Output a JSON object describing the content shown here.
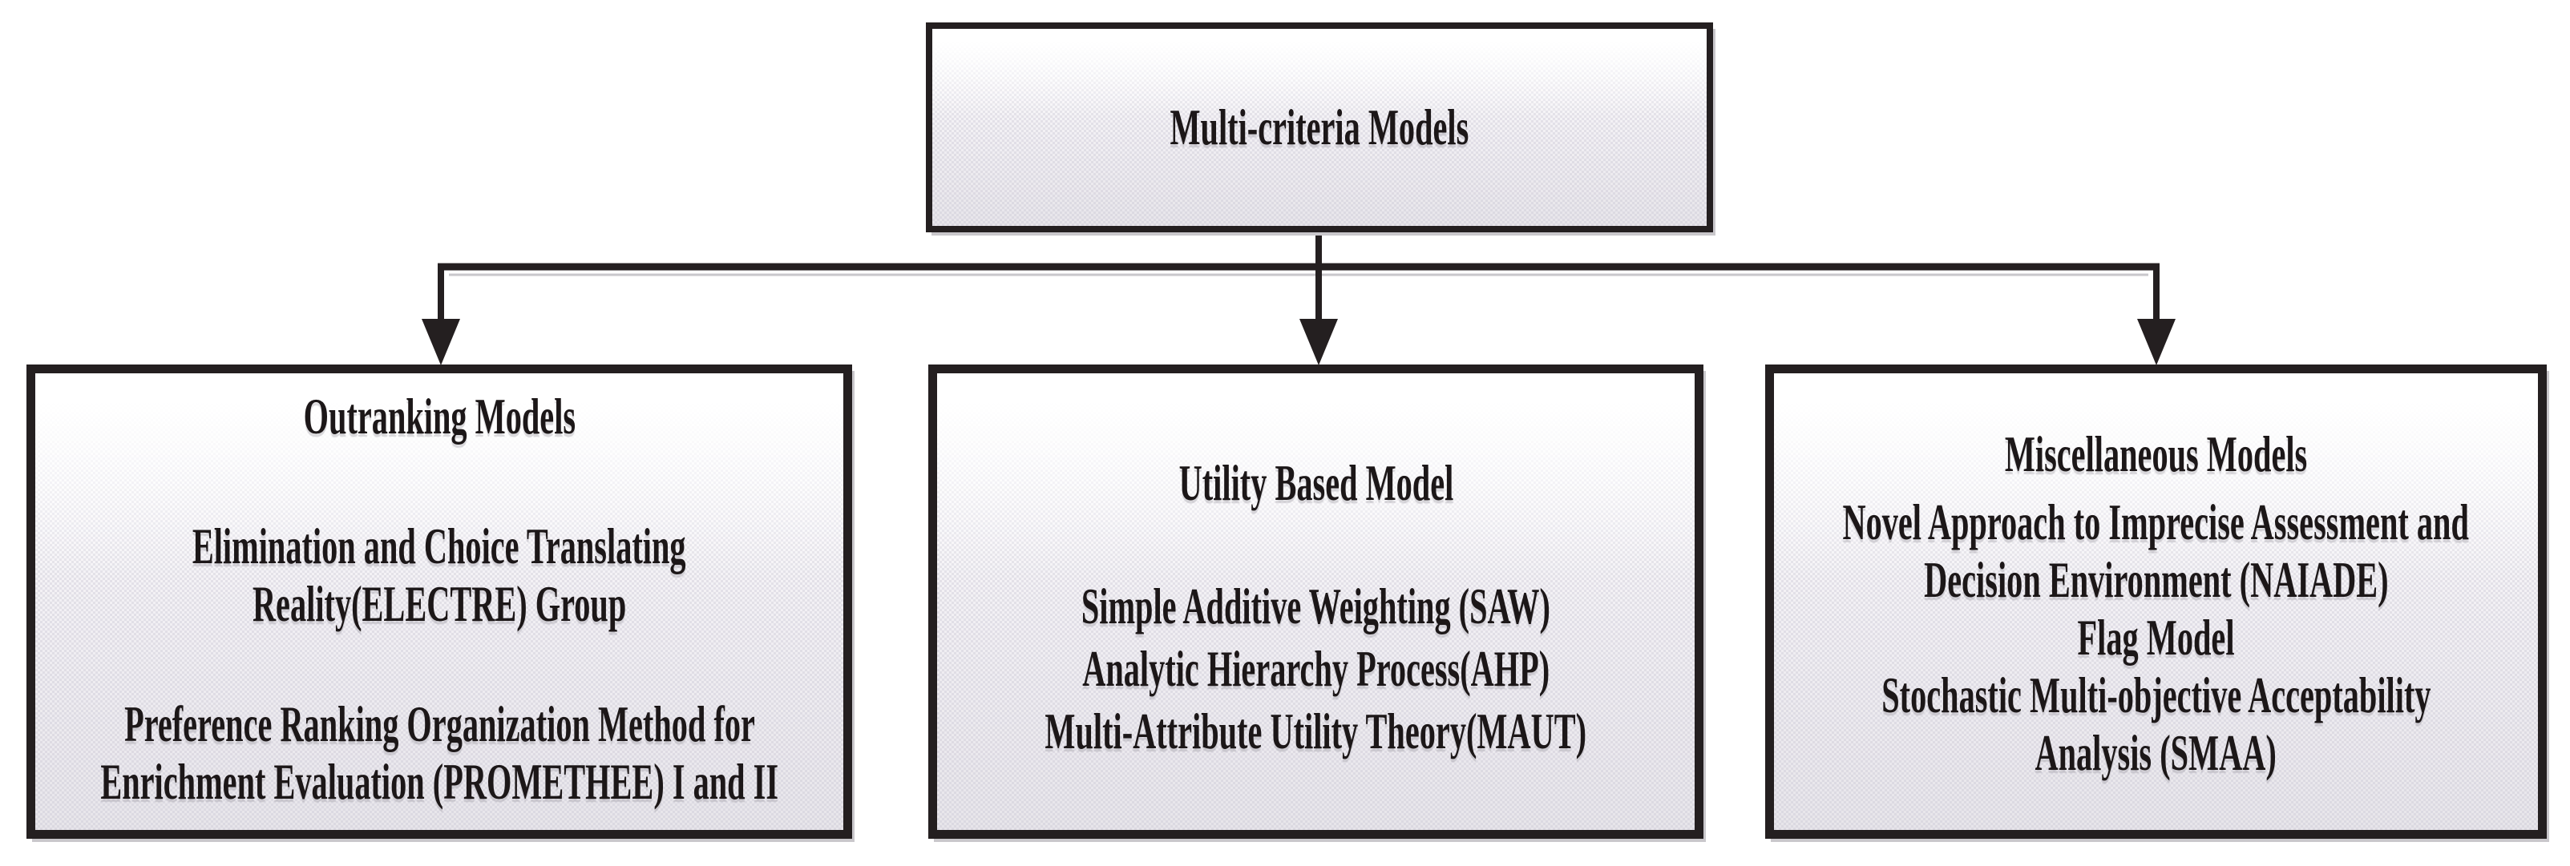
{
  "colors": {
    "ink": "#1c1718",
    "border": "#241f20",
    "box_fill_top": "#ffffff",
    "box_fill_bottom": "#e7e5ea",
    "shadow": "#c9c7cb",
    "background": "#ffffff"
  },
  "diagram": {
    "root": {
      "title": "Multi-criteria Models"
    },
    "branches": [
      {
        "name": "Outranking Models",
        "groups": [
          [
            "Outranking Models"
          ],
          [
            "Elimination and Choice Translating",
            "Reality(ELECTRE) Group"
          ],
          [
            "Preference Ranking Organization Method for",
            "Enrichment Evaluation (PROMETHEE) I and II"
          ]
        ]
      },
      {
        "name": "Utility Based Model",
        "groups": [
          [
            "Utility Based Model"
          ],
          [
            "Simple Additive Weighting (SAW)",
            "Analytic Hierarchy Process(AHP)",
            "Multi-Attribute Utility Theory(MAUT)"
          ]
        ]
      },
      {
        "name": "Miscellaneous Models",
        "groups": [
          [
            "Miscellaneous Models"
          ],
          [
            "Novel Approach to Imprecise Assessment and",
            "Decision Environment (NAIADE)",
            "Flag Model",
            "Stochastic Multi-objective Acceptability",
            "Analysis (SMAA)"
          ]
        ]
      }
    ]
  }
}
